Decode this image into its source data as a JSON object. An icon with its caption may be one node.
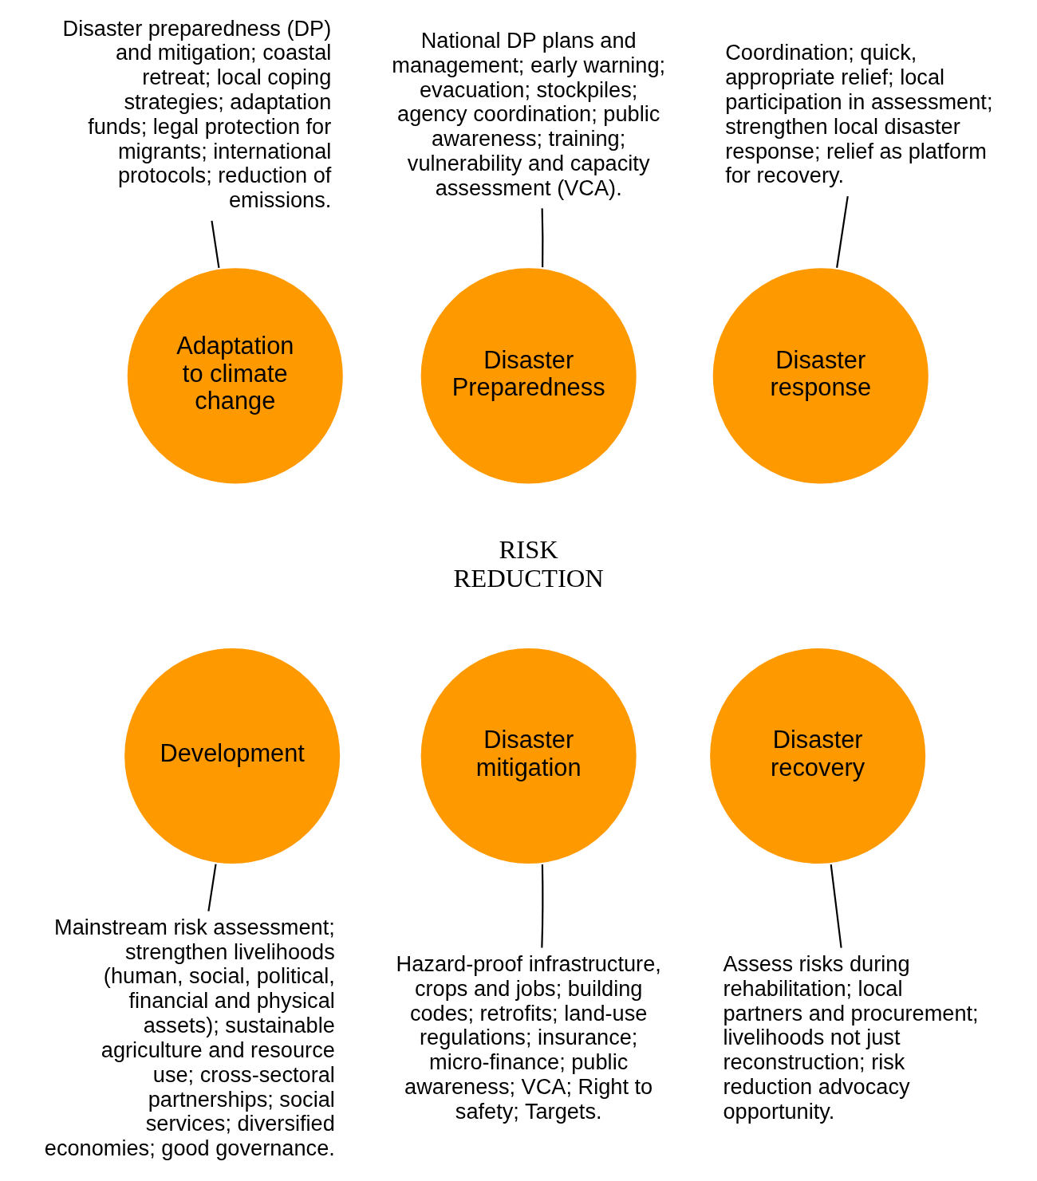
{
  "diagram": {
    "nodes": [
      {
        "text": [
          "Disaster preparedness (DP) and mitigation; coastal retreat; local coping strategies; adaptation funds; legal protection for migrants; international protocols; reduction of emissions."
        ]
      },
      {
        "text": [
          "National DP plans and management; early warning; evacuation; stockpiles; agency coordination; public awareness; training; vulnerability and capacity assessment (VCA)."
        ]
      },
      {
        "text": [
          "Coordination; quick, appropriate relief; local participation in assessment; strengthen local disaster response; relief as platform for recovery."
        ]
      },
      {
        "text": [
          "Adaptation to climate change"
        ]
      },
      {
        "text": [
          "Disaster Preparedness"
        ]
      },
      {
        "text": [
          "Disaster response"
        ]
      },
      {
        "text": [
          "RISK REDUCTION"
        ]
      },
      {
        "text": [
          "Development"
        ]
      },
      {
        "text": [
          "Disaster mitigation"
        ]
      },
      {
        "text": [
          "Disaster recovery"
        ]
      },
      {
        "text": [
          "Mainstream risk assessment; strengthen livelihoods (human, social, political, financial and physical assets); sustainable agriculture and resource use; cross-sectoral partnerships; social services; diversified economies; good governance."
        ]
      },
      {
        "text": [
          "Hazard-proof infrastructure, crops and jobs; building codes; retrofits; land-use regulations; insurance; micro-finance; public awareness; VCA; Right to safety; Targets."
        ]
      },
      {
        "text": [
          "Assess risks during rehabilitation; local partners and procurement; livelihoods not just reconstruction; risk reduction advocacy opportunity."
        ]
      }
    ],
    "edges": [
      {
        "from": 0,
        "to": 3,
        "arrow": "none"
      },
      {
        "from": 1,
        "to": 4,
        "arrow": "none"
      },
      {
        "from": 2,
        "to": 5,
        "arrow": "none"
      },
      {
        "from": 10,
        "to": 7,
        "arrow": "none"
      },
      {
        "from": 11,
        "to": 8,
        "arrow": "none"
      },
      {
        "from": 12,
        "to": 9,
        "arrow": "none"
      }
    ]
  }
}
